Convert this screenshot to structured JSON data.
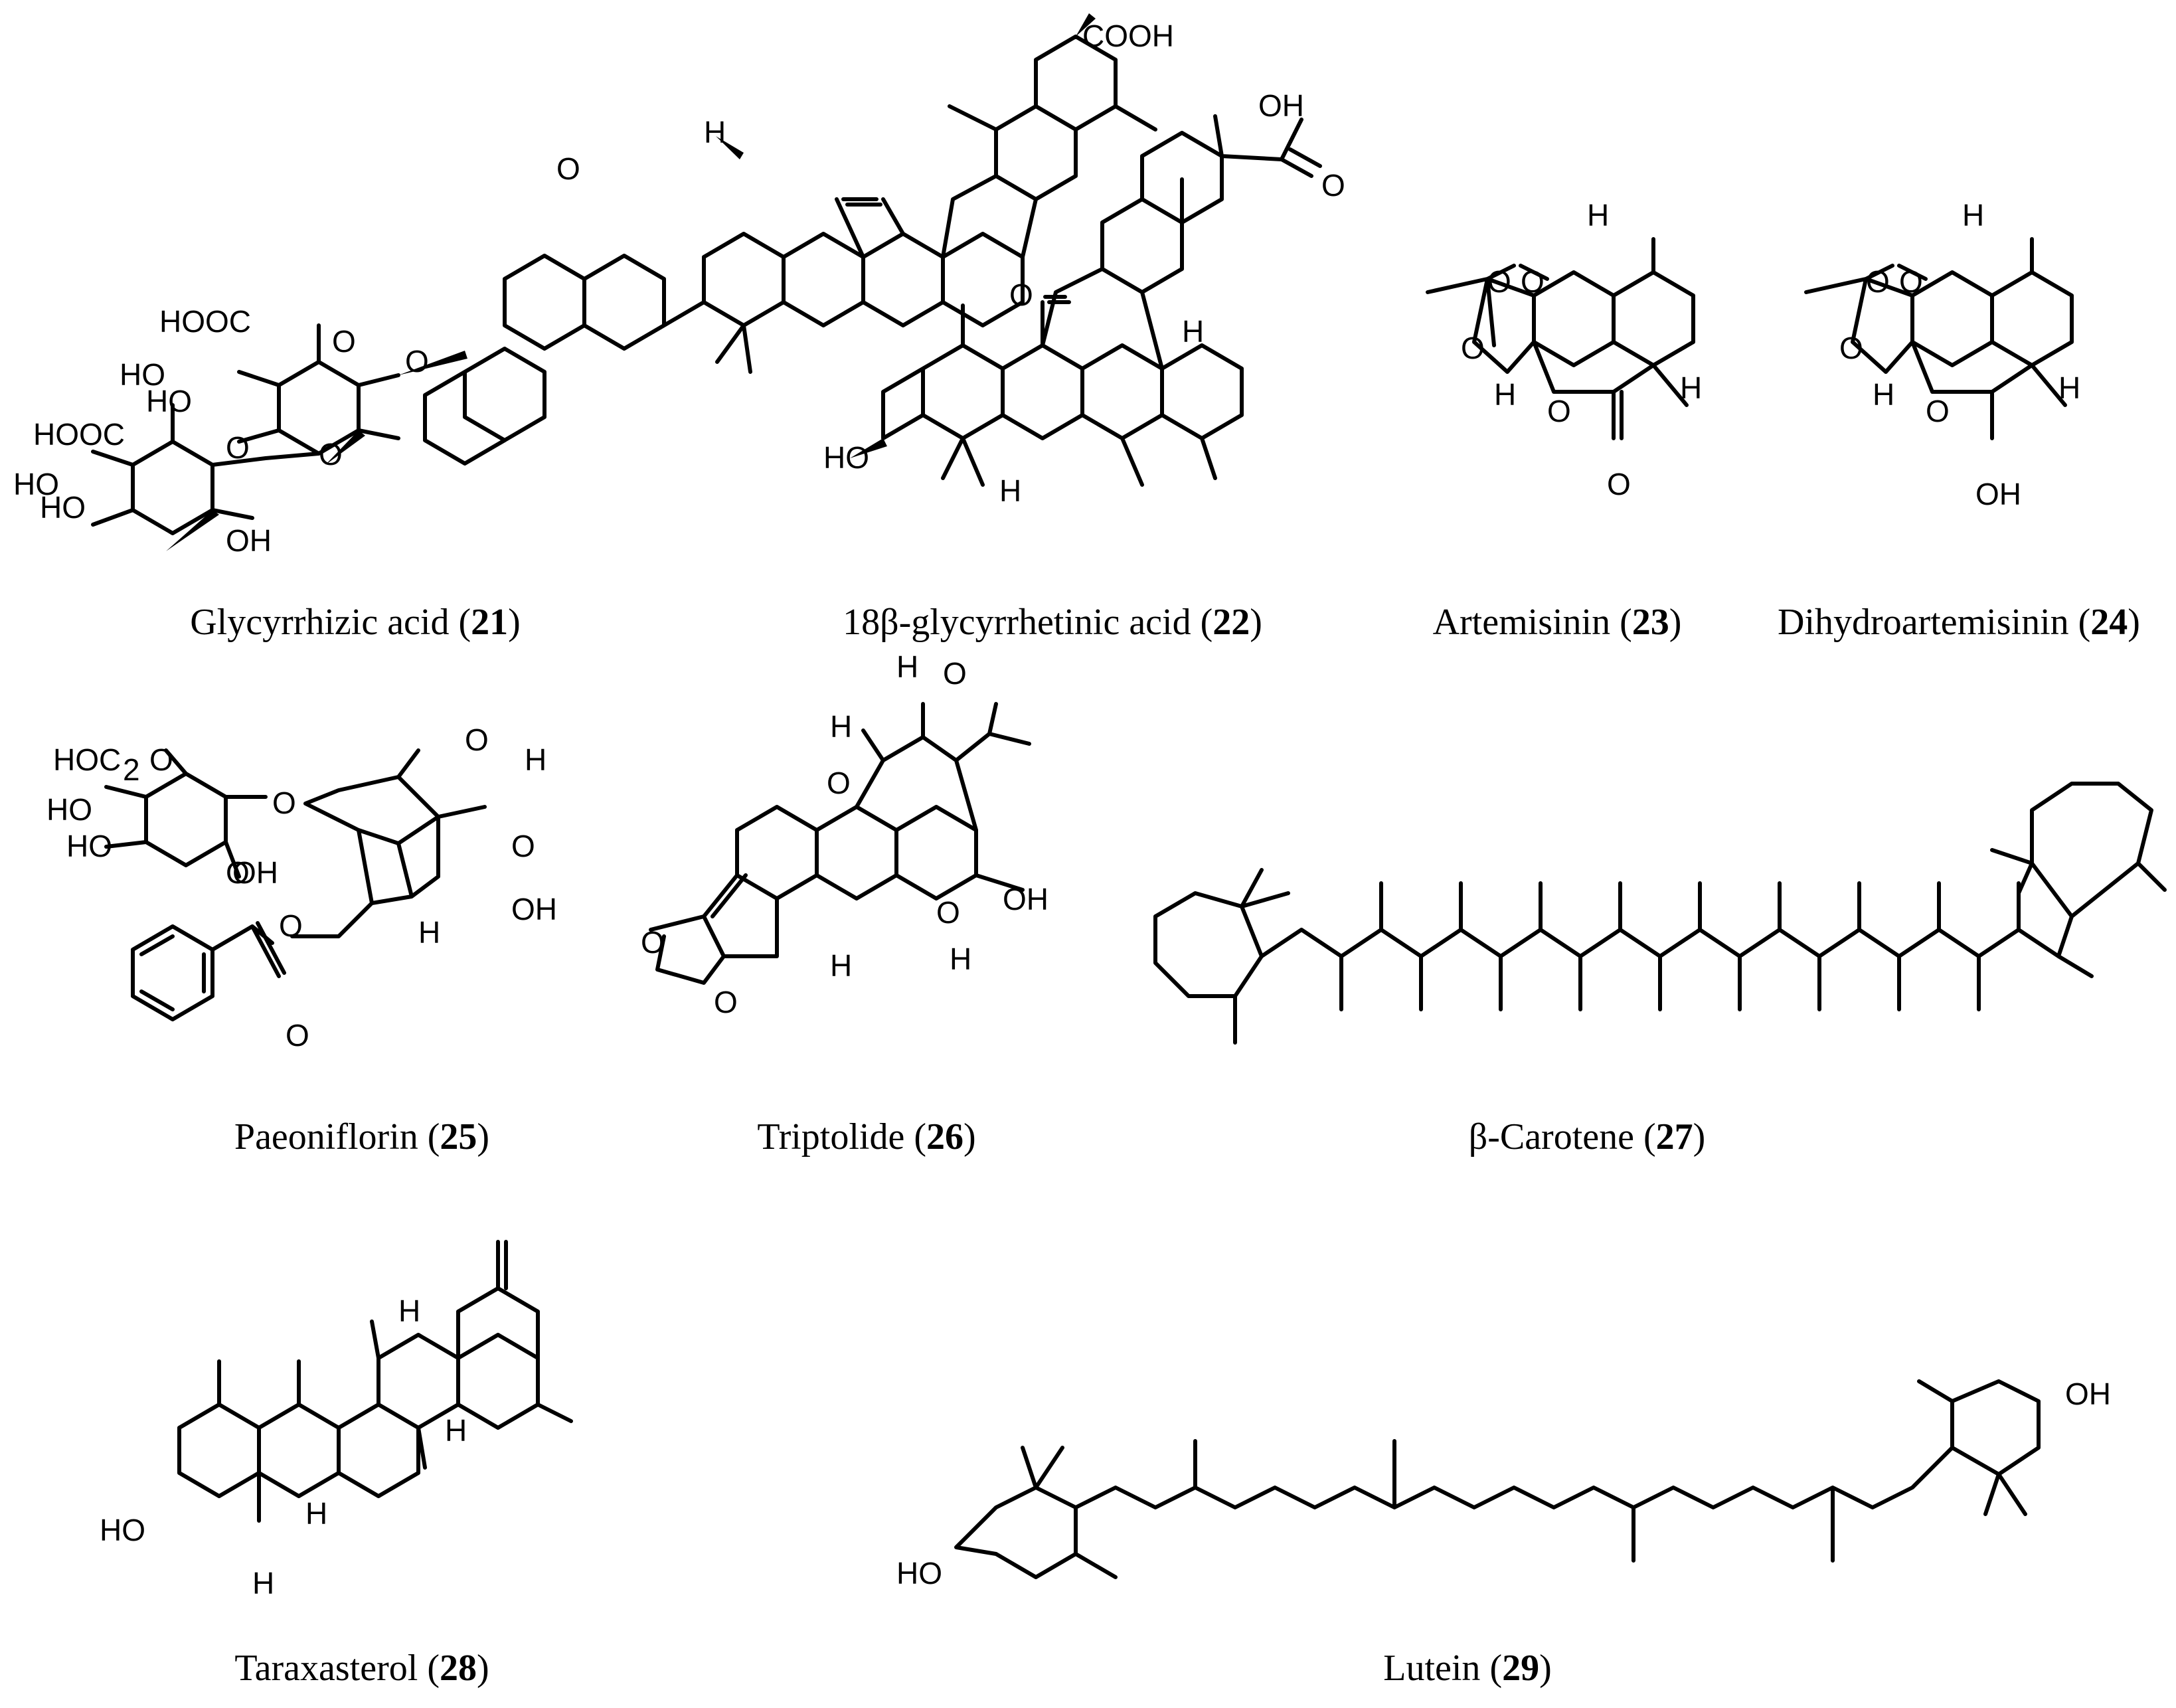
{
  "compounds": [
    {
      "name": "Glycyrrhizic acid",
      "number": "21"
    },
    {
      "name": "18β-glycyrrhetinic acid",
      "number": "22"
    },
    {
      "name": "Artemisinin",
      "number": "23"
    },
    {
      "name": "Dihydroartemisinin",
      "number": "24"
    },
    {
      "name": "Paeoniflorin",
      "number": "25"
    },
    {
      "name": "Triptolide",
      "number": "26"
    },
    {
      "name": "β-Carotene",
      "number": "27"
    },
    {
      "name": "Taraxasterol",
      "number": "28"
    },
    {
      "name": "Lutein",
      "number": "29"
    }
  ],
  "atom_labels": {
    "cooh": "COOH",
    "hooc": "HOOC",
    "ho": "HO",
    "oh": "OH",
    "o": "O",
    "h": "H",
    "hoc2o": "HOC",
    "sub2": "2"
  },
  "colors": {
    "ink": "#000000",
    "background": "#ffffff"
  }
}
